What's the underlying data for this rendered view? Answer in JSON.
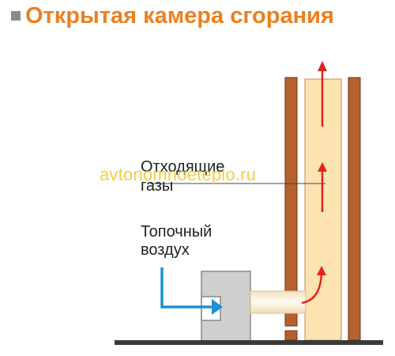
{
  "title": "Открытая камера сгорания",
  "labels": {
    "flue_gases_line1": "Отходящие",
    "flue_gases_line2": "газы",
    "combustion_air_line1": "Топочный",
    "combustion_air_line2": "воздух"
  },
  "watermark": "avtonomnoeteplo.ru",
  "colors": {
    "title": "#ee7f1d",
    "chimney_wall": "#b5612e",
    "flue": "#fbe3b2",
    "gas_arrow": "#e3221c",
    "air_arrow": "#1f8fd6",
    "boiler": "#cfcfcf",
    "floor": "#3a3a3a"
  }
}
